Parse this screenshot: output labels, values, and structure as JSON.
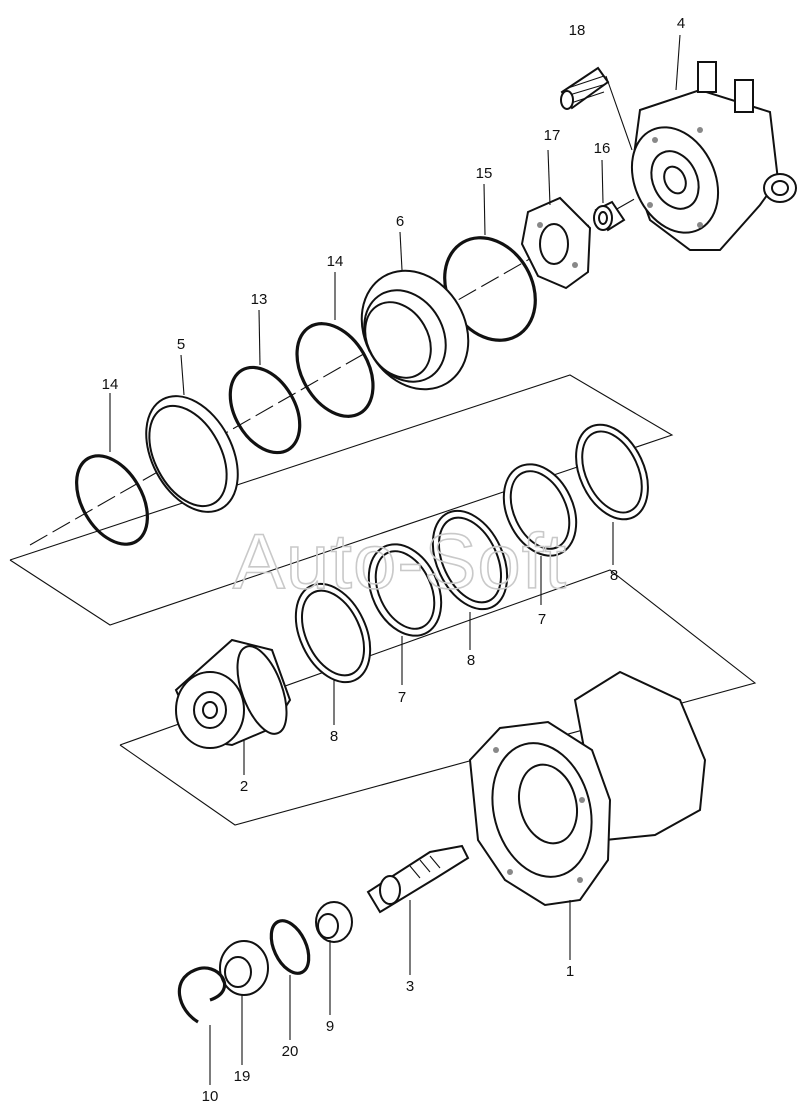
{
  "watermark": "Auto-Soft",
  "part_labels": {
    "p1": "1",
    "p2": "2",
    "p3": "3",
    "p4": "4",
    "p5": "5",
    "p6": "6",
    "p7a": "7",
    "p7b": "7",
    "p8a": "8",
    "p8b": "8",
    "p8c": "8",
    "p9": "9",
    "p10": "10",
    "p13": "13",
    "p14a": "14",
    "p14b": "14",
    "p15": "15",
    "p16": "16",
    "p17": "17",
    "p18": "18",
    "p19": "19",
    "p20": "20"
  },
  "colors": {
    "ink": "#111111",
    "watermark": "#c9c9c9",
    "background": "#ffffff"
  }
}
